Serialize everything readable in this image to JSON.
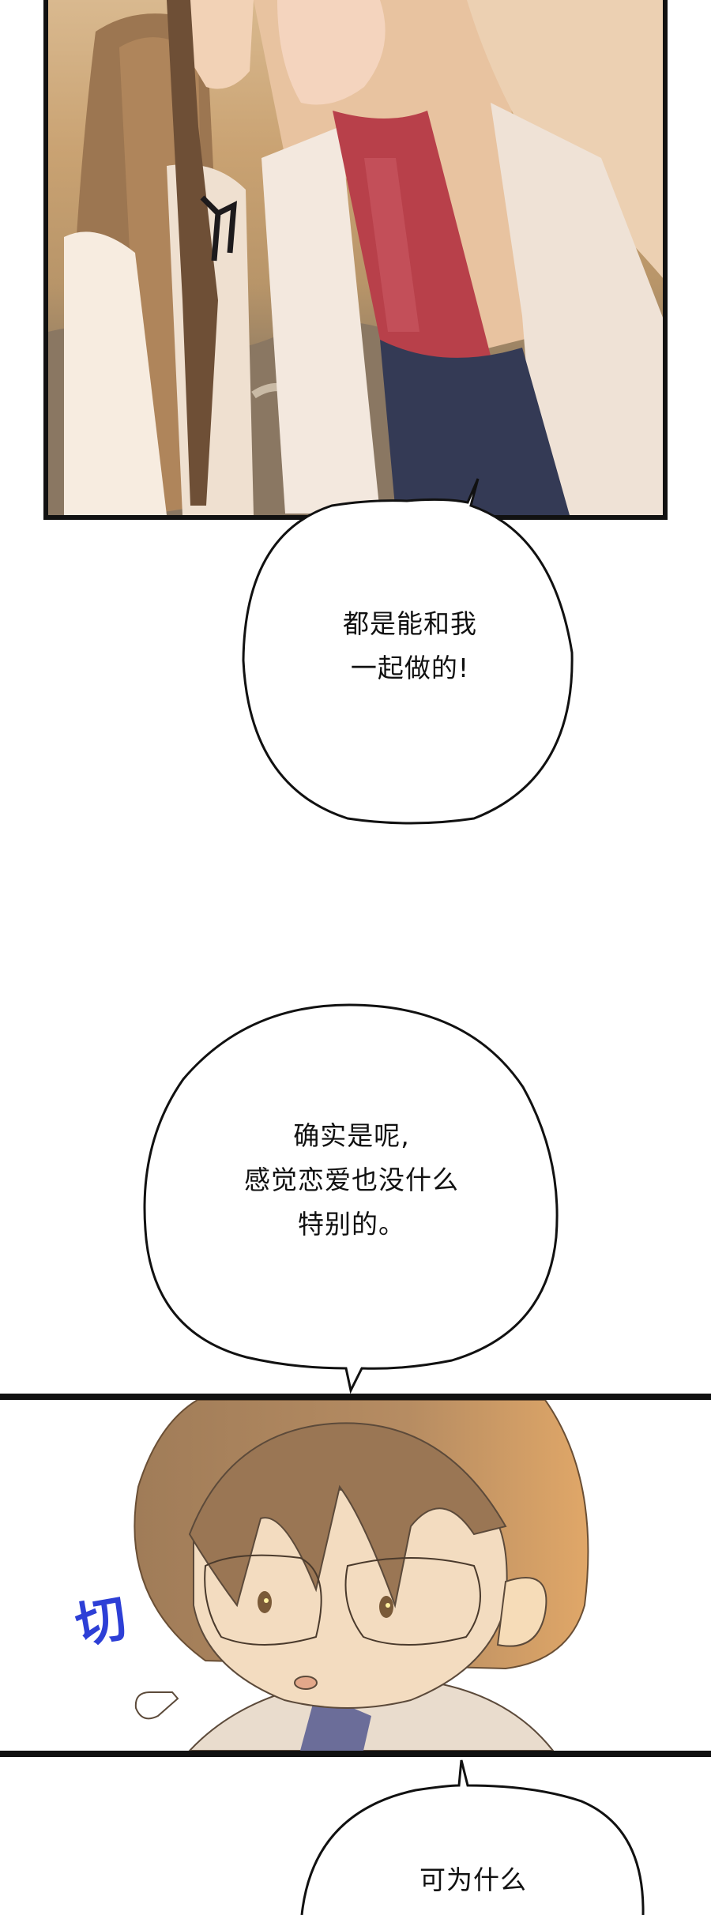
{
  "comic": {
    "panels": [
      {
        "id": "panel-1",
        "description": "Two schoolgirls face each other closely; long brown-haired girl with black ribbon on left, wavy blonde girl in white jacket and red top on right",
        "colors": {
          "background_warm": "#c9a272",
          "floor": "#8d7a62",
          "red_top": "#b8404a",
          "navy_skirt": "#343a55",
          "blonde_hair": "#e9c9a6",
          "brown_hair": "#8a6a4a"
        }
      },
      {
        "id": "panel-2",
        "description": "Chibi brown-haired girl with glasses and unimpressed expression",
        "colors": {
          "hair": "#a9835e",
          "hair_light": "#dca26a",
          "skin": "#f3dcc0",
          "collar": "#6b6d99"
        }
      }
    ],
    "bubbles": [
      {
        "id": "bubble-1",
        "lines": "都是能和我\n一起做的!"
      },
      {
        "id": "bubble-2",
        "lines": "确实是呢,\n感觉恋爱也没什么\n特别的。"
      },
      {
        "id": "bubble-3",
        "lines": "可为什么"
      }
    ],
    "sound_effect": {
      "text": "切",
      "color": "#2d3fd6"
    }
  }
}
